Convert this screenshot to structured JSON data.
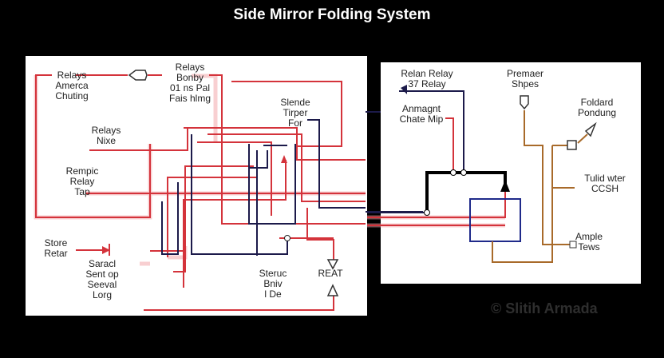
{
  "title": "Side Mirror Folding System",
  "left_panel": {
    "labels": [
      {
        "lines": [
          "Relays",
          "Amerca",
          "Chuting"
        ]
      },
      {
        "lines": [
          "Relays",
          "Bonby",
          "01 ns Pal",
          "Fais hlmg"
        ]
      },
      {
        "lines": [
          "Slende",
          "Tirper",
          "For"
        ]
      },
      {
        "lines": [
          "Relays",
          "Nixe"
        ]
      },
      {
        "lines": [
          "Rempic",
          "Relay",
          "Tap"
        ]
      },
      {
        "lines": [
          "Store",
          "Retar"
        ]
      },
      {
        "lines": [
          "Saracl",
          "Sent op",
          "Seeval",
          "Lorg"
        ]
      },
      {
        "lines": [
          "Steruc",
          "Bniv",
          "l De"
        ]
      },
      {
        "lines": [
          "REAT"
        ]
      }
    ]
  },
  "right_panel": {
    "labels": [
      {
        "lines": [
          "Relan Relay",
          "37 Relay"
        ]
      },
      {
        "lines": [
          "Anmagnt",
          "Chate Mip"
        ]
      },
      {
        "lines": [
          "Premaer",
          "Shpes"
        ]
      },
      {
        "lines": [
          "Foldard",
          "Pondung"
        ]
      },
      {
        "lines": [
          "Tulid wter",
          "CCSH"
        ]
      },
      {
        "lines": [
          "Ample",
          "Tews"
        ]
      }
    ]
  },
  "watermark": "© Slitih Armada",
  "colors": {
    "red_wire": "#d4333b",
    "navy_wire": "#1c1a4a",
    "orange_wire": "#a86a2a",
    "box": "#1f2a8a"
  }
}
